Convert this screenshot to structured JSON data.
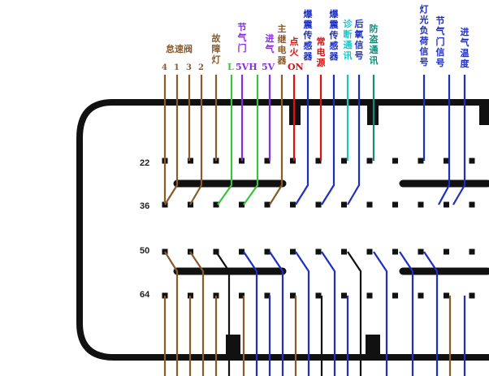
{
  "colors": {
    "brown": "#8b5a2b",
    "green": "#3fbf3f",
    "purple": "#8a2be2",
    "red": "#e01010",
    "blue": "#1e2fbf",
    "cyan": "#19c6c6",
    "teal": "#138a7a",
    "black": "#111111"
  },
  "row_labels": [
    "22",
    "36",
    "50",
    "64"
  ],
  "pin_numbers": [
    "4",
    "1",
    "3",
    "2"
  ],
  "labels": {
    "speed": "怠速阀",
    "fault_lamp": "故障灯",
    "throttle": "节气门",
    "pin_L": "L",
    "pin_5VH": "5VH",
    "sensor_5v": "5V",
    "intake": "进气",
    "main_relay": "主继电器",
    "ignition": "点火",
    "ignition_on": "ON",
    "knock_sensor_1": "爆震传感器",
    "constant_power": "常电源",
    "knock_sensor_2": "爆震传感器",
    "diagnostic": "诊断通讯",
    "rear_o2": "后氧信号",
    "anti_theft": "防盗通讯",
    "light_load": "灯光负荷信号",
    "throttle_signal": "节气门信号",
    "intake_temp": "进气温度"
  }
}
